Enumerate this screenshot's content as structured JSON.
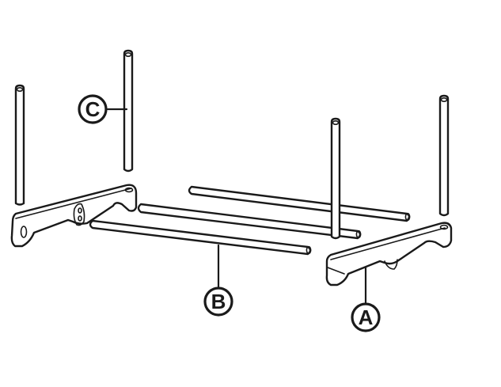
{
  "callouts": {
    "a": "A",
    "b": "B",
    "c": "C"
  },
  "colors": {
    "line": "#1a1a1a",
    "background": "#ffffff"
  }
}
